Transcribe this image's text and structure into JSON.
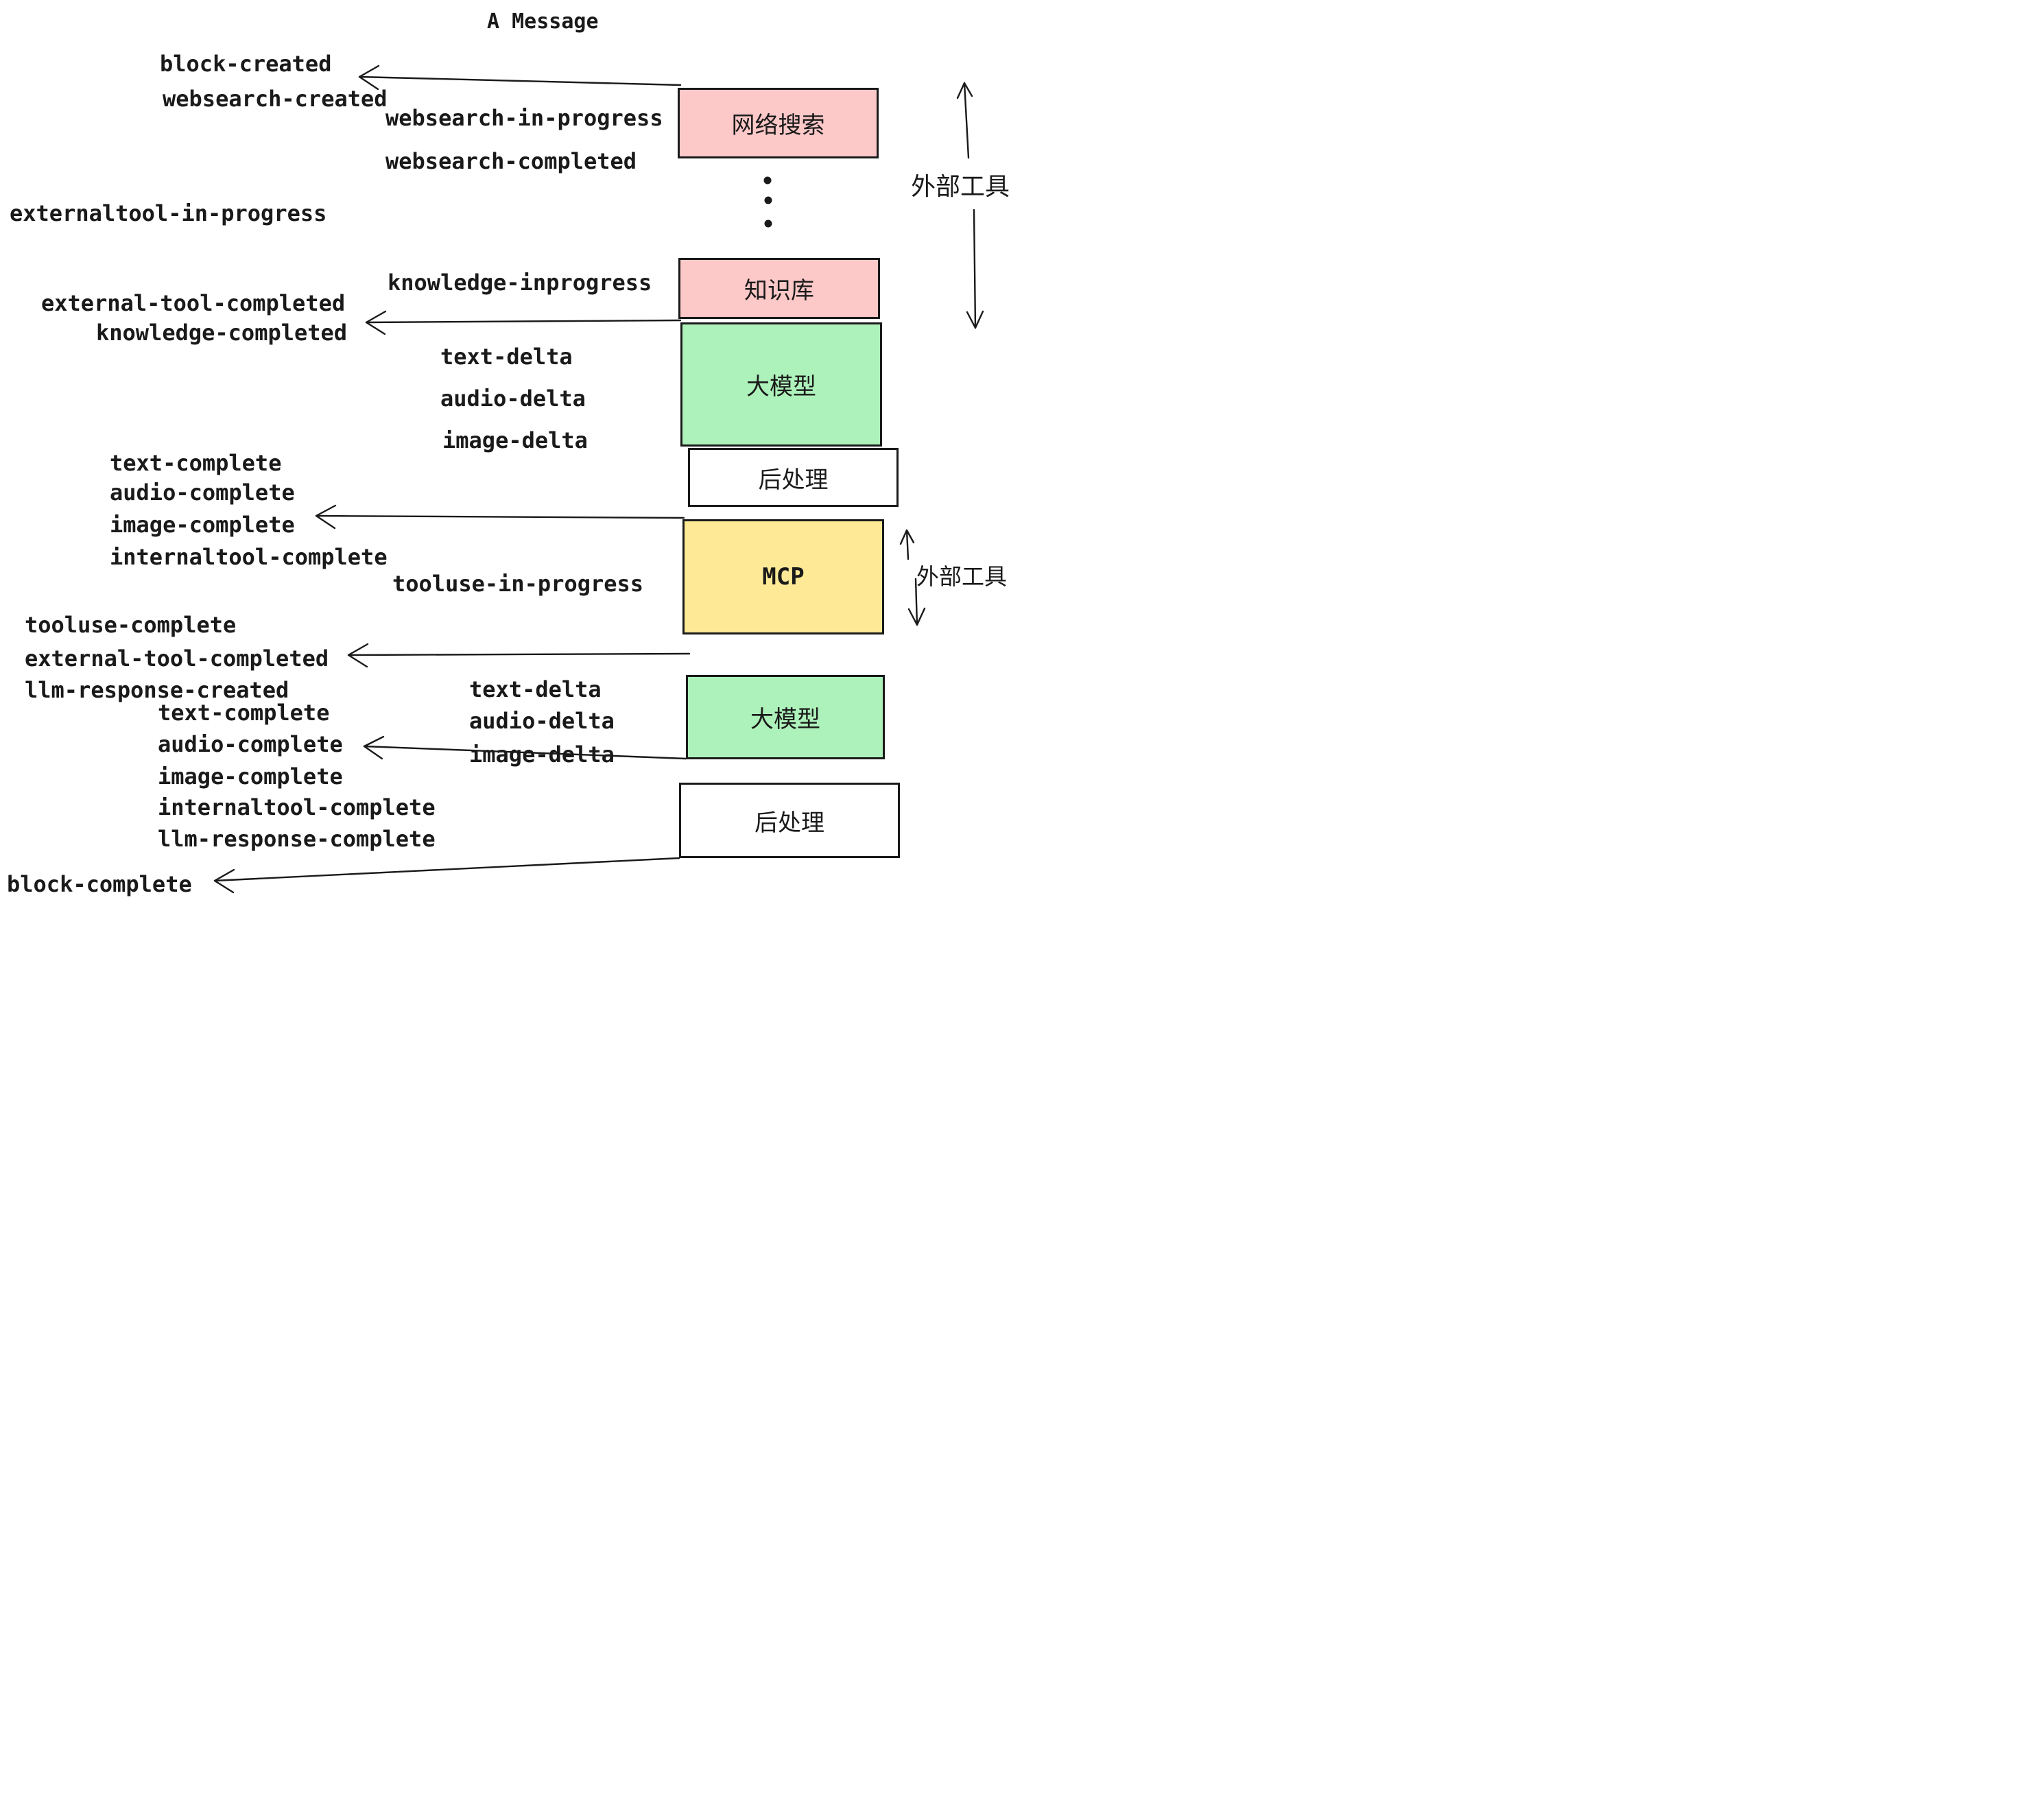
{
  "title": "A Message",
  "boxes": {
    "websearch": "网络搜索",
    "knowledge": "知识库",
    "llm1": "大模型",
    "postprocess1": "后处理",
    "mcp": "MCP",
    "llm2": "大模型",
    "postprocess2": "后处理"
  },
  "side_labels": {
    "external_tools_top": "外部工具",
    "external_tools_mid": "外部工具"
  },
  "events": {
    "block_created": "block-created",
    "websearch_created": "websearch-created",
    "websearch_in_progress": "websearch-in-progress",
    "websearch_completed": "websearch-completed",
    "externaltool_in_progress": "externaltool-in-progress",
    "knowledge_inprogress": "knowledge-inprogress",
    "external_tool_completed_1": "external-tool-completed",
    "knowledge_completed": "knowledge-completed",
    "deltas_1": [
      "text-delta",
      "audio-delta",
      "image-delta"
    ],
    "completes_1": [
      "text-complete",
      "audio-complete",
      "image-complete",
      "internaltool-complete"
    ],
    "tooluse_in_progress": "tooluse-in-progress",
    "tooluse_complete": "tooluse-complete",
    "external_tool_completed_2": "external-tool-completed",
    "llm_response_created": "llm-response-created",
    "deltas_2": [
      "text-delta",
      "audio-delta",
      "image-delta"
    ],
    "completes_2": [
      "text-complete",
      "audio-complete",
      "image-complete",
      "internaltool-complete",
      "llm-response-complete"
    ],
    "block_complete": "block-complete"
  },
  "colors": {
    "box_pink": "#fcc8c8",
    "box_green": "#aef2bb",
    "box_yellow": "#feea96",
    "stroke": "#1a1a1a",
    "background": "#ffffff"
  }
}
